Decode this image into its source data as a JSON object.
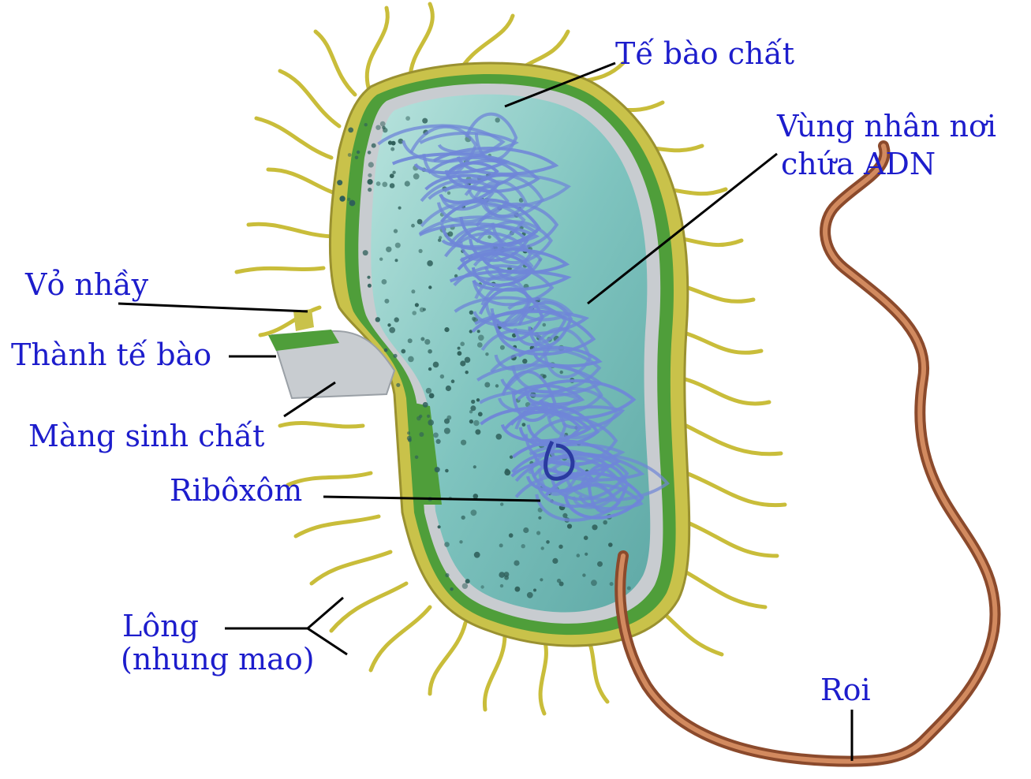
{
  "labels": {
    "cytoplasm": "Tế bào chất",
    "nucleoid_line1": "Vùng nhân nơi",
    "nucleoid_line2": "chứa ADN",
    "capsule": "Vỏ nhầy",
    "cell_wall": "Thành tế bào",
    "plasma_membrane": "Màng sinh chất",
    "ribosome": "Ribôxôm",
    "pili_line1": "Lông",
    "pili_line2": "(nhung mao)",
    "flagellum": "Roi"
  },
  "colors": {
    "label_text": "#1d1dcc",
    "leader_line": "#000000",
    "capsule": "#c9c24a",
    "cell_wall": "#4f9e3a",
    "membrane": "#c8ccd0",
    "cytoplasm": "#7fc4bf",
    "dna": "#6f86d8",
    "ribosome": "#2f5f5a",
    "pili": "#c9bd3a",
    "flagellum": "#b5613b"
  }
}
